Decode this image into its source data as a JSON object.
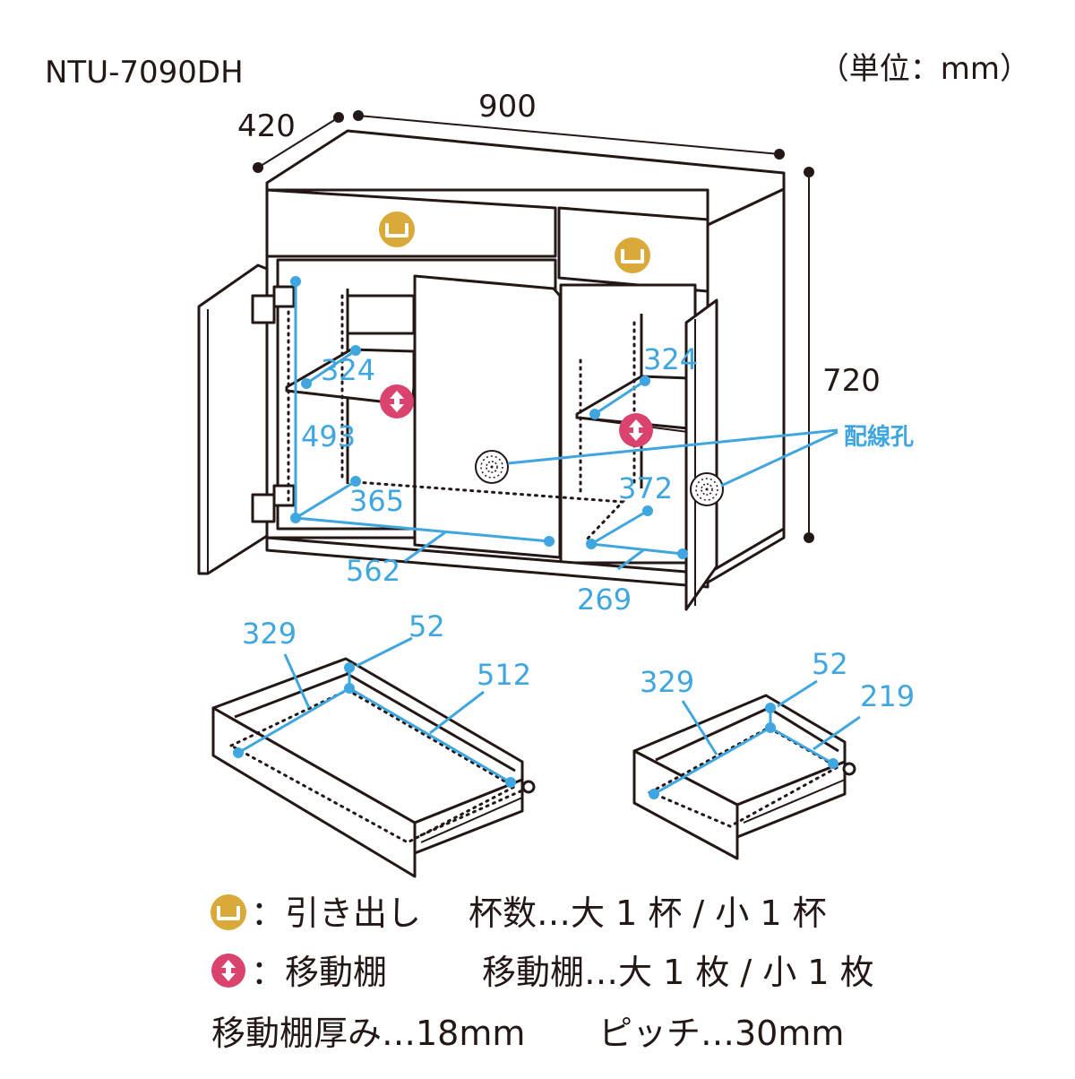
{
  "model": "NTU-7090DH",
  "unit": "（単位：mm）",
  "dimensions": {
    "depth": "420",
    "width": "900",
    "height": "720"
  },
  "inner": {
    "shelf_left_depth": "324",
    "shelf_right_depth": "324",
    "left_height": "493",
    "left_bottom_depth": "365",
    "left_bottom_width": "562",
    "right_bottom_depth": "372",
    "right_bottom_width": "269"
  },
  "wiring_hole_label": "配線孔",
  "drawer_large": {
    "depth": "329",
    "height": "52",
    "width": "512"
  },
  "drawer_small": {
    "depth": "329",
    "height": "52",
    "width": "219"
  },
  "legend": {
    "drawer_label": "：引き出し",
    "drawer_count": "杯数…大 1 杯 / 小 1 杯",
    "shelf_label": "：移動棚",
    "shelf_count": "移動棚…大 1 枚 / 小 1 枚",
    "thickness": "移動棚厚み…18mm",
    "pitch": "ピッチ…30mm"
  },
  "colors": {
    "dimension": "#3fa6df",
    "handle_icon": "#d9a93a",
    "shelf_icon": "#d9436e",
    "line": "#231815"
  },
  "icons": {
    "handle": "drawer-handle-icon",
    "shelf": "movable-shelf-icon",
    "hole": "wiring-hole-icon"
  }
}
